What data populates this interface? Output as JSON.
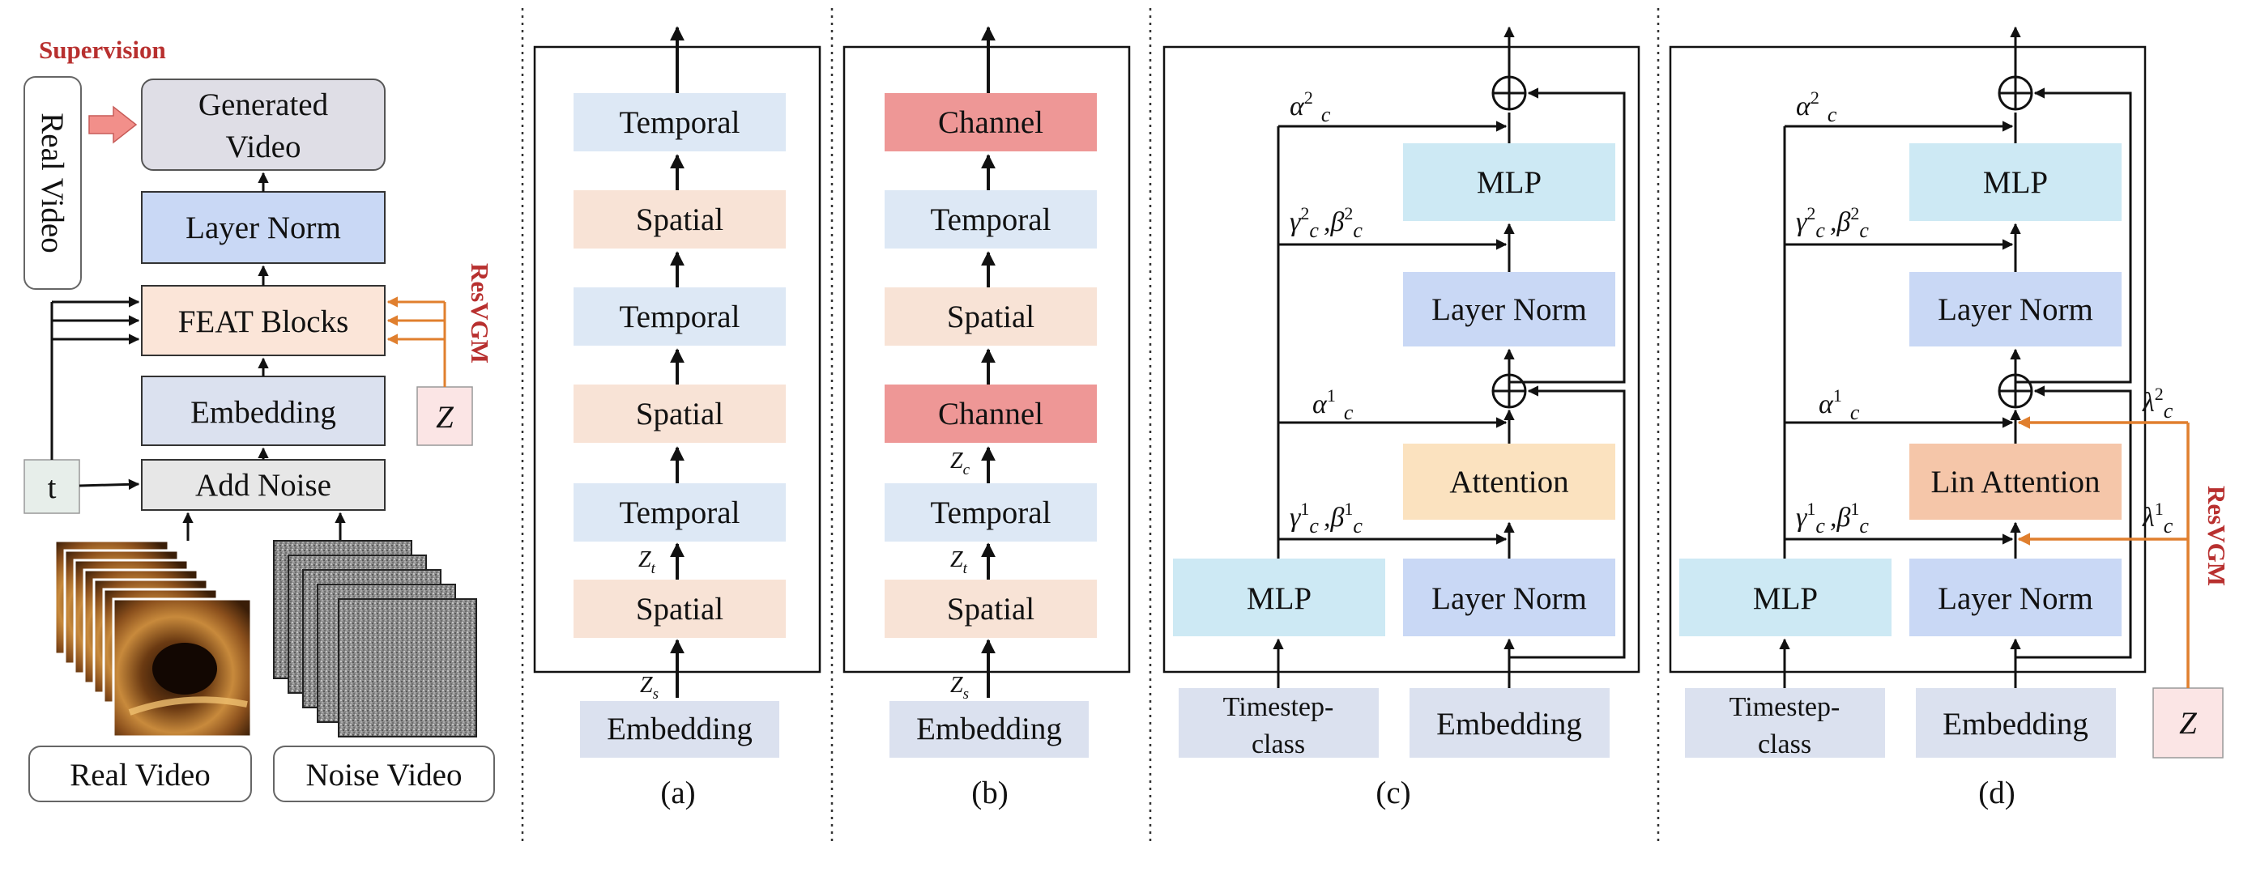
{
  "left_panel": {
    "supervision_label": "Supervision",
    "real_video_vertical": "Real Video",
    "generated_video_line1": "Generated",
    "generated_video_line2": "Video",
    "layer_norm": "Layer Norm",
    "feat_blocks": "FEAT Blocks",
    "resvgm_label": "ResVGM",
    "z_label": "Z",
    "embedding": "Embedding",
    "t_label": "t",
    "add_noise": "Add Noise",
    "real_video_caption": "Real Video",
    "noise_video_caption": "Noise Video"
  },
  "panel_a": {
    "blocks": [
      "Temporal",
      "Spatial",
      "Temporal",
      "Spatial",
      "Temporal",
      "Spatial"
    ],
    "embedding": "Embedding",
    "zt": "Z",
    "zt_sub": "t",
    "zs": "Z",
    "zs_sub": "s",
    "caption": "(a)"
  },
  "panel_b": {
    "blocks": [
      "Channel",
      "Temporal",
      "Spatial",
      "Channel",
      "Temporal",
      "Spatial"
    ],
    "embedding": "Embedding",
    "zc": "Z",
    "zc_sub": "c",
    "zt": "Z",
    "zt_sub": "t",
    "zs": "Z",
    "zs_sub": "s",
    "caption": "(b)"
  },
  "panel_c": {
    "mlp_top": "MLP",
    "layer_norm_top": "Layer Norm",
    "attention": "Attention",
    "mlp_left": "MLP",
    "layer_norm_bottom": "Layer Norm",
    "timestep_line1": "Timestep-",
    "timestep_line2": "class",
    "embedding": "Embedding",
    "alpha2": "α",
    "alpha2_sup": "2",
    "gamma2": "γ",
    "gamma2_sup": "2",
    "beta2": "β",
    "beta2_sup": "2",
    "alpha1": "α",
    "alpha1_sup": "1",
    "gamma1": "γ",
    "gamma1_sup": "1",
    "beta1": "β",
    "beta1_sup": "1",
    "sub_c": "c",
    "caption": "(c)"
  },
  "panel_d": {
    "mlp_top": "MLP",
    "layer_norm_top": "Layer Norm",
    "lin_attention": "Lin Attention",
    "mlp_left": "MLP",
    "layer_norm_bottom": "Layer Norm",
    "timestep_line1": "Timestep-",
    "timestep_line2": "class",
    "embedding": "Embedding",
    "z_label": "Z",
    "resvgm_label": "ResVGM",
    "lambda2": "λ",
    "lambda2_sup": "2",
    "lambda1": "λ",
    "lambda1_sup": "1",
    "sub_c": "c",
    "caption": "(d)"
  },
  "colors": {
    "temporal": "#dde8f5",
    "spatial": "#f8e3d6",
    "channel": "#ee9796",
    "embedding": "#dbe1ef",
    "layer_norm": "#c9d8f5",
    "mlp": "#cde9f4",
    "attention": "#fbe2bf",
    "lin_attention": "#f5c6a9",
    "timestep": "#dbe1ef",
    "feat": "#fbe5d8",
    "add_noise": "#e7e7e7",
    "generated": "#dfdee6",
    "z_box": "#fbe5e5",
    "t_box": "#e7eeea",
    "supervision_red": "#b8302f",
    "resvgm_orange": "#e07f2e",
    "arrow_pink": "#f28f8a"
  }
}
